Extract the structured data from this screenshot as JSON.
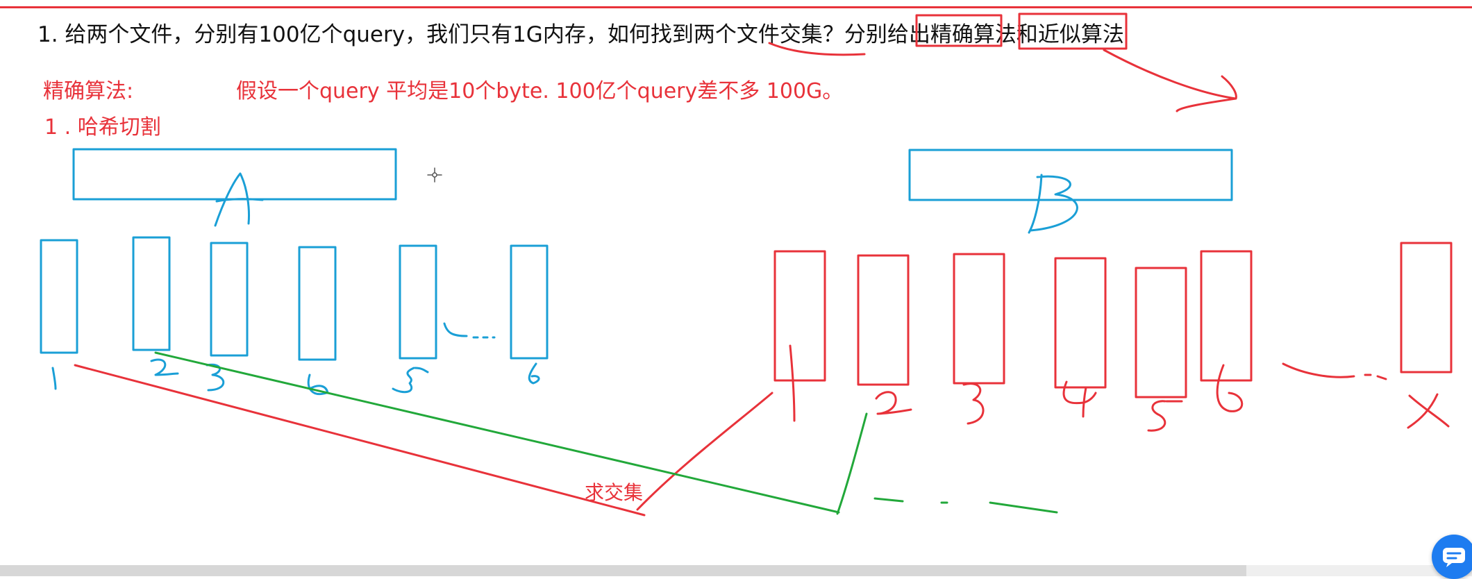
{
  "question": "1.  给两个文件，分别有100亿个query，我们只有1G内存，如何找到两个文件交集？分别给出精确算法和近似算法",
  "exact_label": "精确算法:",
  "assumption": "假设一个query 平均是10个byte.  100亿个query差不多 100G。",
  "method": "1 . 哈希切割",
  "intersect_label": "求交集",
  "file_a": "A",
  "file_b": "B",
  "colors": {
    "accent_red": "#e8323a",
    "accent_blue": "#1a9fd6",
    "accent_green": "#22a83a"
  },
  "icons": [
    "crosshair-icon",
    "chat-icon"
  ]
}
